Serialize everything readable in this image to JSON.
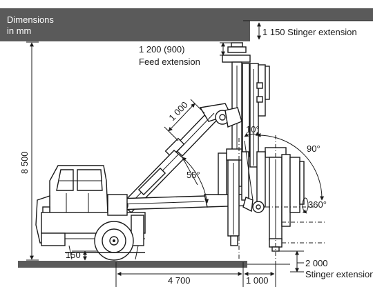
{
  "legend": {
    "line1": "Dimensions",
    "line2": "in mm"
  },
  "dimensions": {
    "stinger_top": "1 150 Stinger extension",
    "feed_value": "1 200 (900)",
    "feed_label": "Feed extension",
    "boom_length": "1 000",
    "height": "8 500",
    "ground_clearance": "150",
    "length_main": "4 700",
    "length_front": "1 000",
    "stinger_bottom_value": "2 000",
    "stinger_bottom_label": "Stinger extension"
  },
  "angles": {
    "boom": "55°",
    "tilt": "10°",
    "swing": "90°",
    "rotation": "360°"
  },
  "colors": {
    "surface": "#5a5a5a",
    "line": "#1a1a1a"
  }
}
